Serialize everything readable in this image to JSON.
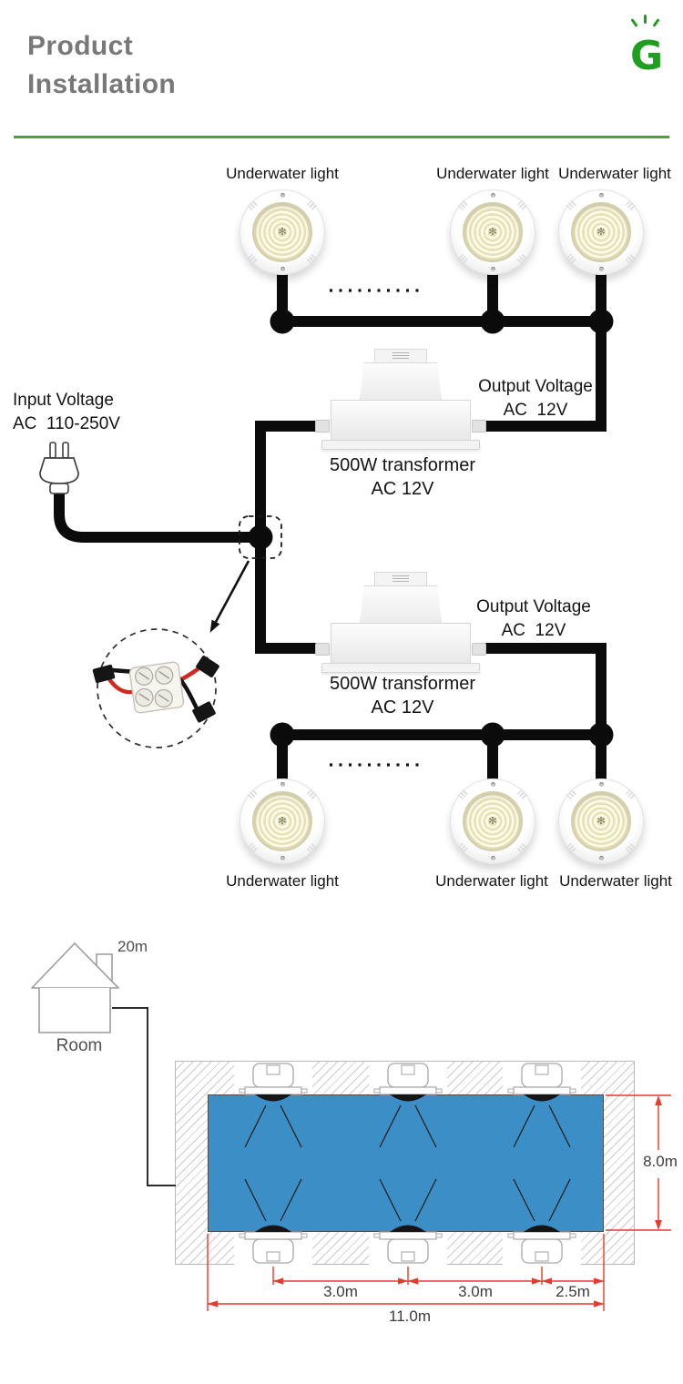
{
  "header": {
    "title_line1": "Product",
    "title_line2": "Installation",
    "logo_letter": "G"
  },
  "colors": {
    "brand_green": "#3aaa35",
    "dimension_red": "#e8392b",
    "pool_blue": "#3b8ec6",
    "wire_black": "#0b0b0b"
  },
  "circuit": {
    "top_lights": [
      "Underwater light",
      "Underwater light",
      "Underwater light"
    ],
    "bottom_lights": [
      "Underwater light",
      "Underwater light",
      "Underwater light"
    ],
    "input_line1": "Input Voltage",
    "input_line2": "AC  110-250V",
    "transformers": [
      {
        "output_line1": "Output Voltage",
        "output_line2": "AC  12V",
        "name_line1": "500W transformer",
        "name_line2": "AC 12V"
      },
      {
        "output_line1": "Output Voltage",
        "output_line2": "AC  12V",
        "name_line1": "500W transformer",
        "name_line2": "AC 12V"
      }
    ],
    "led_center_glyph": "✻"
  },
  "installation": {
    "room_label": "Room",
    "cable_distance": "20m",
    "pool_width": "8.0m",
    "spacings": [
      "3.0m",
      "3.0m",
      "2.5m"
    ],
    "total_length": "11.0m"
  }
}
